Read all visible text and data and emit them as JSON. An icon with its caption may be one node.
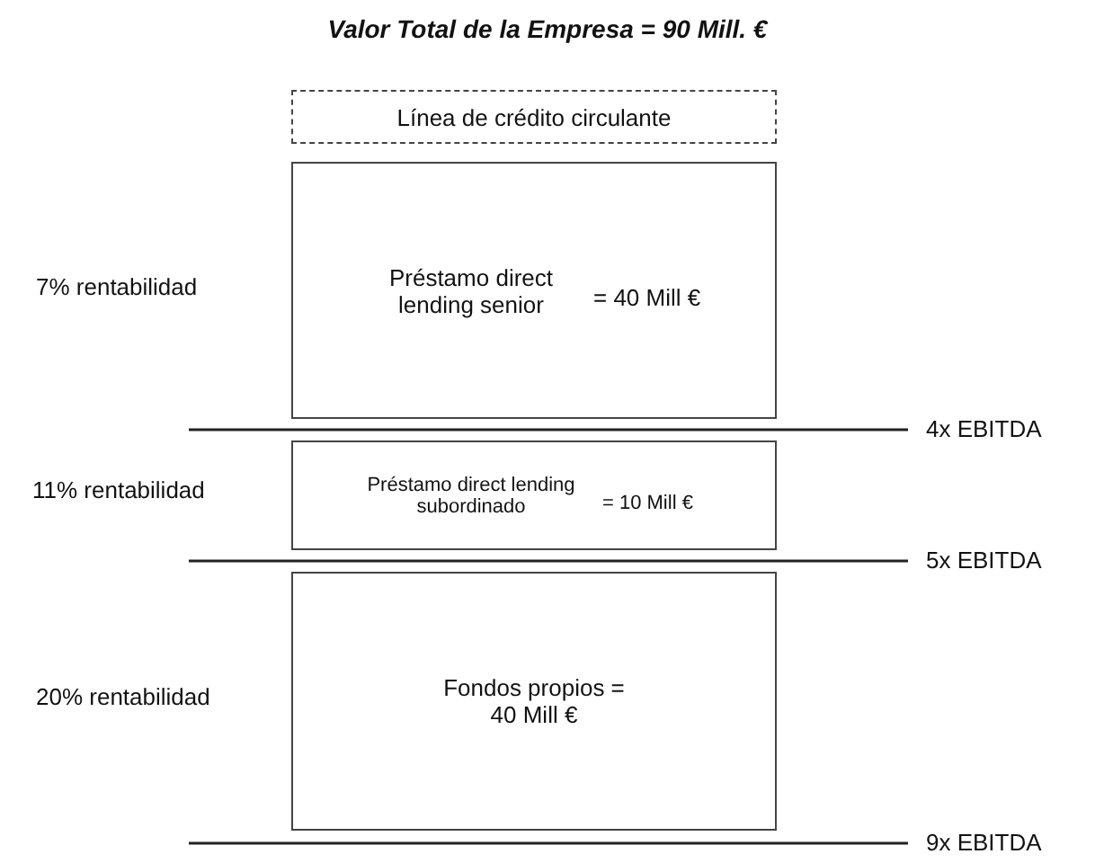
{
  "diagram": {
    "title": "Valor Total de la Empresa = 90 Mill. €",
    "nodes": [
      {
        "text": [
          "Línea de crédito circulante"
        ]
      },
      {
        "text": [
          "Préstamo direct lending senior",
          "= 40 Mill €"
        ]
      },
      {
        "text": [
          "Préstamo direct lending subordinado",
          "= 10 Mill €"
        ]
      },
      {
        "text": [
          "Fondos propios = 40 Mill €"
        ]
      }
    ],
    "edges": [],
    "labels": [
      "7% rentabilidad",
      "4x EBITDA",
      "11% rentabilidad",
      "5x EBITDA",
      "20% rentabilidad",
      "9x EBITDA"
    ]
  }
}
